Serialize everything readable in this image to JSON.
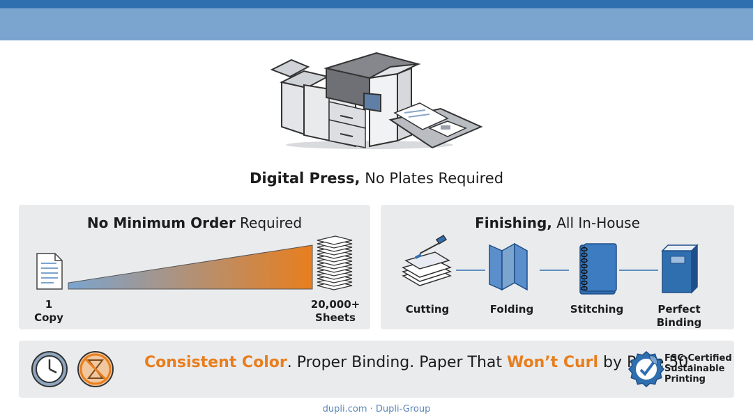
{
  "hero": {
    "caption_bold": "Digital Press,",
    "caption_rest": " No Plates Required",
    "icon": "digital-press-icon"
  },
  "min_order": {
    "title_bold": "No Minimum Order",
    "title_rest": " Required",
    "start_label_1": "1",
    "start_label_2": "Copy",
    "end_label_1": "20,000+",
    "end_label_2": "Sheets",
    "colors": {
      "start": "#7ba4cf",
      "end": "#e87e1e"
    }
  },
  "finishing": {
    "title_bold": "Finishing,",
    "title_rest": " All In-House",
    "steps": [
      {
        "label": "Cutting",
        "icon": "cutting-icon"
      },
      {
        "label": "Folding",
        "icon": "folding-icon"
      },
      {
        "label": "Stitching",
        "icon": "stitching-icon"
      },
      {
        "label": "Perfect Binding",
        "icon": "perfect-binding-icon"
      }
    ]
  },
  "quality": {
    "accent_1": "Consistent Color",
    "text_1": ". Proper Binding. Paper That ",
    "accent_2": "Won’t Curl",
    "text_2": " by Page 50.",
    "badge_line_1": "FSC-Certified",
    "badge_line_2": "Sustainable",
    "badge_line_3": "Printing",
    "icons": [
      "clock-icon",
      "no-wait-icon",
      "fsc-badge-icon"
    ],
    "accent_color": "#e87e1e"
  },
  "footer": {
    "text": "dupli.com · Dupli-Group"
  }
}
